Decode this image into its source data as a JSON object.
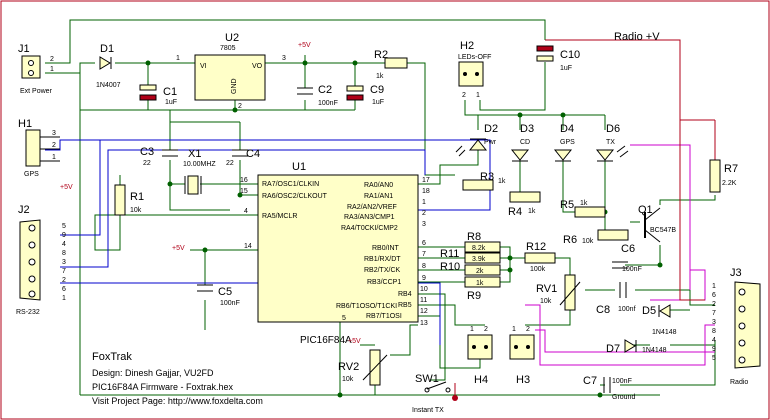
{
  "footer": {
    "project": "FoxTrak",
    "design": "Design: Dinesh Gajjar, VU2FD",
    "firmware": "PIC16F84A Firmware - Foxtrak.hex",
    "visit": "Visit Project Page: http://www.foxdelta.com"
  },
  "nets": {
    "radio_v": "Radio +V",
    "vcc": "+5V",
    "ground": "Ground"
  },
  "connectors": {
    "j1": {
      "ref": "J1",
      "label": "Ext Power",
      "pins": [
        "2",
        "1"
      ]
    },
    "h1": {
      "ref": "H1",
      "label": "GPS",
      "pins": [
        "3",
        "2",
        "1"
      ]
    },
    "j2": {
      "ref": "J2",
      "label": "RS-232",
      "pins": [
        "5",
        "9",
        "4",
        "8",
        "3",
        "7",
        "2",
        "6",
        "1"
      ]
    },
    "j3": {
      "ref": "J3",
      "label": "Radio",
      "pins": [
        "1",
        "6",
        "2",
        "7",
        "3",
        "8",
        "4",
        "9",
        "5"
      ]
    },
    "h2": {
      "ref": "H2",
      "label": "LEDs-OFF",
      "pins": [
        "2",
        "1"
      ]
    },
    "h3": {
      "ref": "H3",
      "pins": [
        "1",
        "2"
      ]
    },
    "h4": {
      "ref": "H4",
      "pins": [
        "1",
        "2"
      ]
    }
  },
  "diodes": {
    "d1": {
      "ref": "D1",
      "value": "1N4007"
    },
    "d5": {
      "ref": "D5",
      "value": "1N4148"
    },
    "d7": {
      "ref": "D7",
      "value": "1N4148"
    }
  },
  "leds": [
    {
      "ref": "D2",
      "label": "Pwr"
    },
    {
      "ref": "D3",
      "label": "CD"
    },
    {
      "ref": "D4",
      "label": "GPS"
    },
    {
      "ref": "D6",
      "label": "TX"
    }
  ],
  "regulator": {
    "ref": "U2",
    "part": "7805",
    "vi": "VI",
    "gnd": "GND",
    "vo": "VO",
    "pin_in": "1",
    "pin_gnd": "2",
    "pin_out": "3"
  },
  "capacitors": {
    "c1": {
      "ref": "C1",
      "value": "1uF"
    },
    "c2": {
      "ref": "C2",
      "value": "100nF"
    },
    "c3": {
      "ref": "C3",
      "value": "22"
    },
    "c4": {
      "ref": "C4",
      "value": "22"
    },
    "c5": {
      "ref": "C5",
      "value": "100nF"
    },
    "c6": {
      "ref": "C6",
      "value": "100nF"
    },
    "c7": {
      "ref": "C7",
      "value": "100nF"
    },
    "c8": {
      "ref": "C8",
      "value": "100nf"
    },
    "c9": {
      "ref": "C9",
      "value": "1uF"
    },
    "c10": {
      "ref": "C10",
      "value": "1uF"
    }
  },
  "resistors": {
    "r1": {
      "ref": "R1",
      "value": "10k"
    },
    "r2": {
      "ref": "R2",
      "value": "1k"
    },
    "r3": {
      "ref": "R3",
      "value": "1k"
    },
    "r4": {
      "ref": "R4",
      "value": "1k"
    },
    "r5": {
      "ref": "R5",
      "value": "1k"
    },
    "r6": {
      "ref": "R6",
      "value": "10k"
    },
    "r7": {
      "ref": "R7",
      "value": "2.2K"
    },
    "r8": {
      "ref": "R8",
      "value": "8.2k"
    },
    "r9": {
      "ref": "R9",
      "value": "1k"
    },
    "r10": {
      "ref": "R10",
      "value": "2k"
    },
    "r11": {
      "ref": "R11",
      "value": "3.9k"
    },
    "r12": {
      "ref": "R12",
      "value": "100k"
    }
  },
  "crystal": {
    "ref": "X1",
    "value": "10.00MHZ"
  },
  "transistor": {
    "ref": "Q1",
    "part": "BC547B"
  },
  "pots": {
    "rv1": {
      "ref": "RV1",
      "value": "10k"
    },
    "rv2": {
      "ref": "RV2",
      "value": "10k"
    }
  },
  "switch": {
    "ref": "SW1",
    "label": "Instant TX"
  },
  "mcu": {
    "ref": "U1",
    "part": "PIC16F84A",
    "left_pins": [
      {
        "num": "16",
        "name": "RA7/OSC1/CLKIN"
      },
      {
        "num": "15",
        "name": "RA6/OSC2/CLKOUT"
      },
      {
        "num": "4",
        "name": "RA5/MCLR"
      },
      {
        "num": "14",
        "name": ""
      },
      {
        "num": "5",
        "name": ""
      }
    ],
    "right_pins": [
      {
        "num": "17",
        "name": "RA0/AN0"
      },
      {
        "num": "18",
        "name": "RA1/AN1"
      },
      {
        "num": "1",
        "name": "RA2/AN2/VREF"
      },
      {
        "num": "2",
        "name": "RA3/AN3/CMP1"
      },
      {
        "num": "3",
        "name": "RA4/T0CKI/CMP2"
      },
      {
        "num": "6",
        "name": "RB0/INT"
      },
      {
        "num": "7",
        "name": "RB1/RX/DT"
      },
      {
        "num": "8",
        "name": "RB2/TX/CK"
      },
      {
        "num": "9",
        "name": "RB3/CCP1"
      },
      {
        "num": "10",
        "name": "RB4"
      },
      {
        "num": "11",
        "name": "RB5"
      },
      {
        "num": "12",
        "name": "RB6/T1OSO/T1CKI"
      },
      {
        "num": "13",
        "name": "RB7/T1OSI"
      }
    ]
  }
}
